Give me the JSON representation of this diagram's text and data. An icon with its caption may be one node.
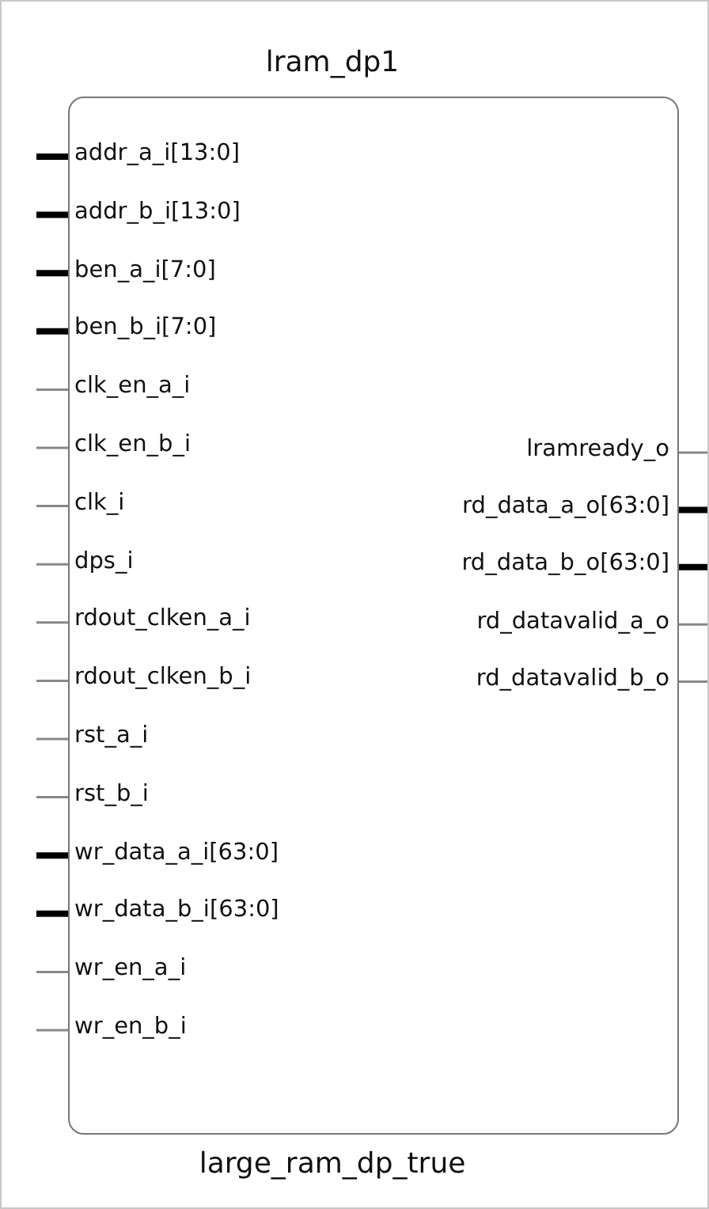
{
  "diagram": {
    "nodes": [
      {
        "text": [
          "lram_dp1",
          "large_ram_dp_true"
        ]
      }
    ],
    "edges": [],
    "labels": [
      "addr_a_i[13:0]",
      "addr_b_i[13:0]",
      "ben_a_i[7:0]",
      "ben_b_i[7:0]",
      "clk_en_a_i",
      "clk_en_b_i",
      "clk_i",
      "dps_i",
      "rdout_clken_a_i",
      "rdout_clken_b_i",
      "rst_a_i",
      "rst_b_i",
      "wr_data_a_i[63:0]",
      "wr_data_b_i[63:0]",
      "wr_en_a_i",
      "wr_en_b_i",
      "lramready_o",
      "rd_data_a_o[63:0]",
      "rd_data_b_o[63:0]",
      "rd_datavalid_a_o",
      "rd_datavalid_b_o"
    ]
  }
}
